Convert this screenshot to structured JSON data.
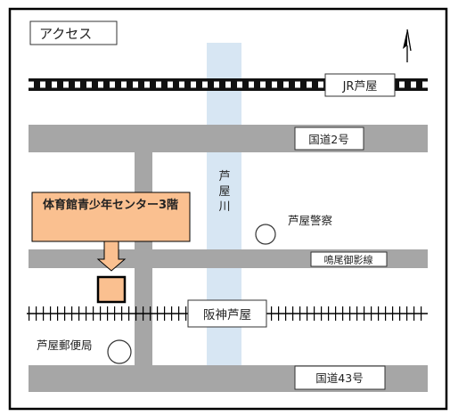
{
  "map": {
    "title": "アクセス",
    "colors": {
      "road": "#a6a6a6",
      "river": "#d7e6f3",
      "destination_fill": "#fac090",
      "railway_dark": "#111111",
      "frame": "#000000"
    },
    "landmarks": {
      "jr_station": "JR芦屋",
      "route2": "国道2号",
      "river_chars": [
        "芦",
        "屋",
        "川"
      ],
      "police": "芦屋警察",
      "street": "鳴尾御影線",
      "hanshin_station": "阪神芦屋",
      "post_office": "芦屋郵便局",
      "route43": "国道43号"
    },
    "destination": {
      "label": "体育館青少年センター3階"
    },
    "icons": {
      "north": "north-arrow-icon",
      "destination_arrow": "down-arrow-icon",
      "police": "circle-icon",
      "post_office": "circle-icon"
    }
  }
}
